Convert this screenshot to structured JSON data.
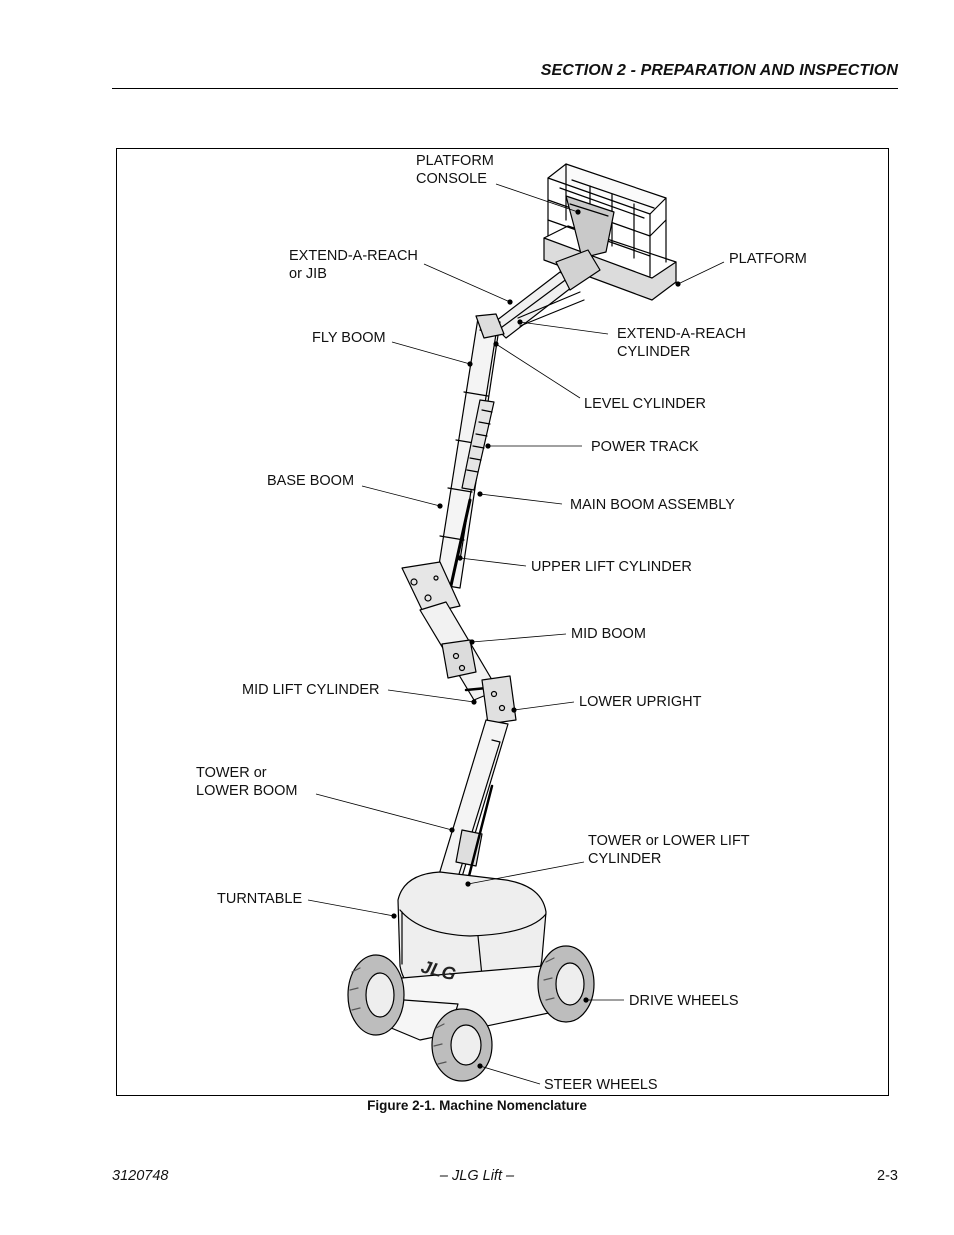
{
  "header": {
    "section_title": "SECTION 2 - PREPARATION AND INSPECTION"
  },
  "figure": {
    "caption": "Figure 2-1.  Machine Nomenclature",
    "labels": {
      "platform_console": [
        "PLATFORM",
        "CONSOLE"
      ],
      "extend_a_reach_jib": [
        "EXTEND-A-REACH",
        "or JIB"
      ],
      "platform": "PLATFORM",
      "extend_a_reach_cylinder": [
        "EXTEND-A-REACH",
        "CYLINDER"
      ],
      "fly_boom": "FLY BOOM",
      "level_cylinder": "LEVEL CYLINDER",
      "power_track": "POWER TRACK",
      "base_boom": "BASE BOOM",
      "main_boom_assembly": "MAIN BOOM ASSEMBLY",
      "upper_lift_cylinder": "UPPER LIFT CYLINDER",
      "mid_boom": "MID BOOM",
      "mid_lift_cylinder": "MID LIFT CYLINDER",
      "lower_upright": "LOWER UPRIGHT",
      "tower_lower_boom": [
        "TOWER or",
        "LOWER BOOM"
      ],
      "tower_lower_lift_cylinder": [
        "TOWER or LOWER LIFT",
        "CYLINDER"
      ],
      "turntable": "TURNTABLE",
      "drive_wheels": "DRIVE WHEELS",
      "steer_wheels": "STEER WHEELS"
    },
    "brand_mark": "JLG"
  },
  "footer": {
    "doc_number": "3120748",
    "center": "– JLG Lift –",
    "page": "2-3"
  }
}
